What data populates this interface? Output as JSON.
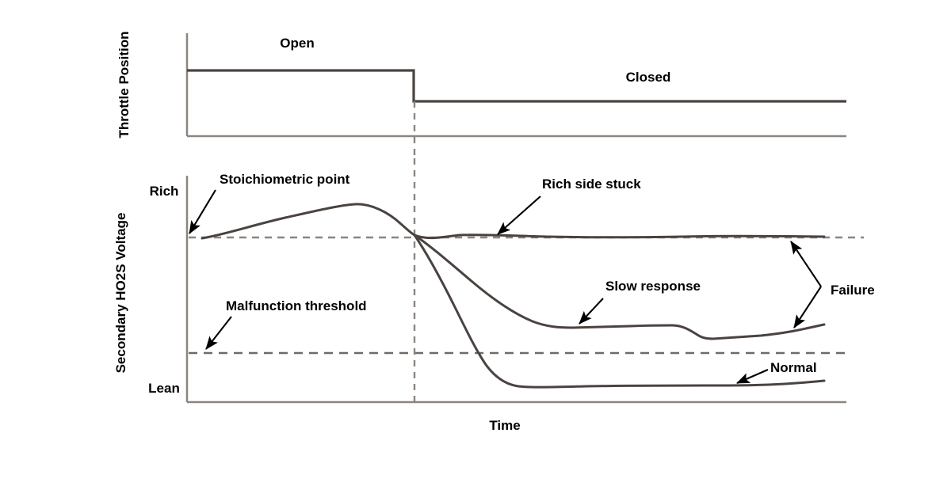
{
  "figure": {
    "background_color": "#ffffff",
    "curve_color": "#4a4340",
    "axis_color": "#8c8580",
    "dashed_color": "#8c8580",
    "annotation_color": "#000000"
  },
  "panels": {
    "throttle": {
      "y_axis_title": "Throttle Position",
      "state_open_label": "Open",
      "state_closed_label": "Closed"
    },
    "ho2s": {
      "y_axis_title": "Secondary HO2S Voltage",
      "y_tick_top_label": "Rich",
      "y_tick_bottom_label": "Lean",
      "x_axis_title": "Time"
    }
  },
  "annotations": {
    "stoichiometric_point": "Stoichiometric point",
    "malfunction_threshold": "Malfunction threshold",
    "rich_side_stuck": "Rich side stuck",
    "slow_response": "Slow response",
    "normal": "Normal",
    "failure": "Failure"
  },
  "chart_data": {
    "type": "line",
    "title": "",
    "xlabel": "Time",
    "ylabel": "Secondary HO2S Voltage",
    "grid": false,
    "legend_position": "inline-annotations",
    "panels": [
      {
        "name": "throttle-position",
        "ylabel": "Throttle Position",
        "ytick_labels": [],
        "series": [
          {
            "name": "Throttle Position",
            "type": "step",
            "points": [
              {
                "x": 0.0,
                "y": 1.0
              },
              {
                "x": 0.347,
                "y": 1.0
              },
              {
                "x": 0.347,
                "y": 0.55
              },
              {
                "x": 1.0,
                "y": 0.55
              }
            ],
            "states": [
              {
                "label": "Open",
                "x_range": [
                  0.0,
                  0.347
                ],
                "value": 1.0
              },
              {
                "label": "Closed",
                "x_range": [
                  0.347,
                  1.0
                ],
                "value": 0.55
              }
            ]
          }
        ]
      },
      {
        "name": "secondary-ho2s-voltage",
        "ylabel": "Secondary HO2S Voltage",
        "ytick_labels": [
          "Rich",
          "Lean"
        ],
        "reference_lines": [
          {
            "name": "Stoichiometric point",
            "orientation": "horizontal",
            "y": 0.73,
            "style": "dashed"
          },
          {
            "name": "Malfunction threshold",
            "orientation": "horizontal",
            "y": 0.22,
            "style": "dashed"
          },
          {
            "name": "Throttle close event",
            "orientation": "vertical",
            "x": 0.347,
            "style": "dashed"
          }
        ],
        "series": [
          {
            "name": "Rich side stuck",
            "points": [
              {
                "x": 0.0,
                "y": 0.73
              },
              {
                "x": 0.09,
                "y": 0.8
              },
              {
                "x": 0.2,
                "y": 0.86
              },
              {
                "x": 0.28,
                "y": 0.885
              },
              {
                "x": 0.347,
                "y": 0.8
              },
              {
                "x": 0.42,
                "y": 0.745
              },
              {
                "x": 0.5,
                "y": 0.725
              },
              {
                "x": 0.65,
                "y": 0.722
              },
              {
                "x": 0.8,
                "y": 0.726
              },
              {
                "x": 1.0,
                "y": 0.728
              }
            ]
          },
          {
            "name": "Slow response",
            "points": [
              {
                "x": 0.347,
                "y": 0.735
              },
              {
                "x": 0.45,
                "y": 0.6
              },
              {
                "x": 0.55,
                "y": 0.47
              },
              {
                "x": 0.63,
                "y": 0.405
              },
              {
                "x": 0.7,
                "y": 0.385
              },
              {
                "x": 0.79,
                "y": 0.382
              },
              {
                "x": 0.83,
                "y": 0.345
              },
              {
                "x": 0.88,
                "y": 0.338
              },
              {
                "x": 1.0,
                "y": 0.375
              }
            ]
          },
          {
            "name": "Normal",
            "points": [
              {
                "x": 0.347,
                "y": 0.735
              },
              {
                "x": 0.42,
                "y": 0.53
              },
              {
                "x": 0.48,
                "y": 0.33
              },
              {
                "x": 0.54,
                "y": 0.16
              },
              {
                "x": 0.6,
                "y": 0.085
              },
              {
                "x": 0.7,
                "y": 0.072
              },
              {
                "x": 0.85,
                "y": 0.075
              },
              {
                "x": 1.0,
                "y": 0.095
              }
            ]
          }
        ],
        "failure_bracket": {
          "label": "Failure",
          "spans_series": [
            "Rich side stuck",
            "Slow response"
          ]
        }
      }
    ]
  }
}
